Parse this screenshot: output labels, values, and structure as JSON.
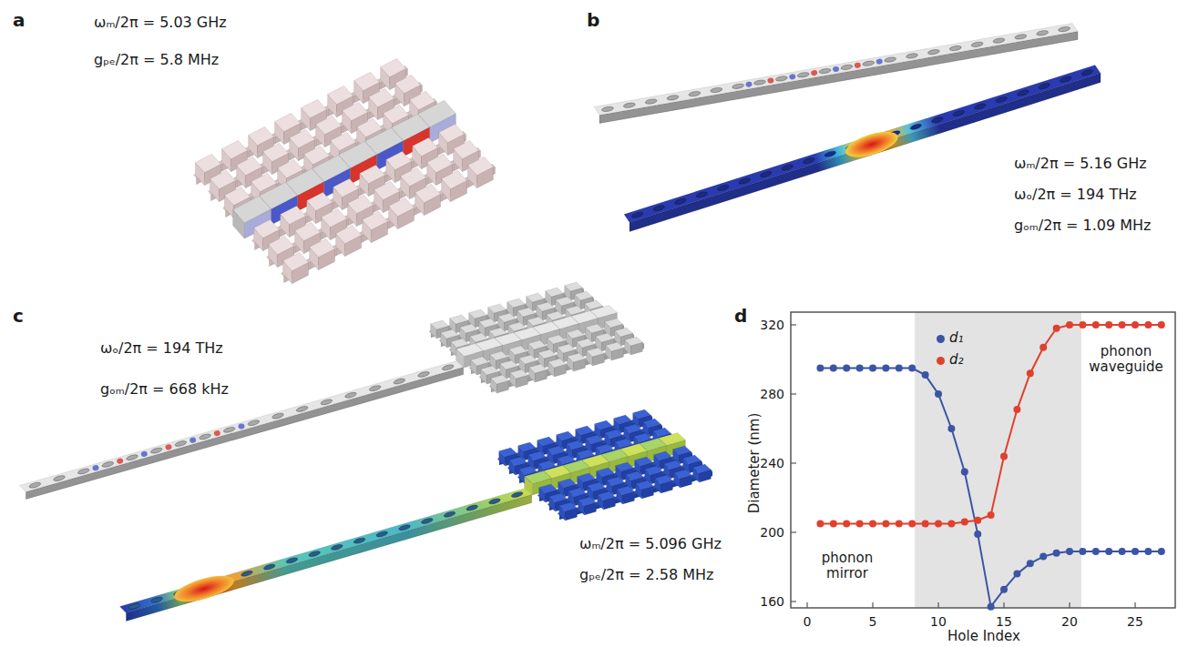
{
  "diagram": {
    "labels": [
      "a",
      "ωₘ/2π = 5.03 GHz",
      "gₚₑ/2π = 5.8 MHz",
      "b",
      "ωₘ/2π = 5.16 GHz",
      "ωₒ/2π = 194 THz",
      "gₒₘ/2π = 1.09 MHz",
      "c",
      "ωₒ/2π = 194 THz",
      "gₒₘ/2π = 668 kHz",
      "ωₘ/2π = 5.096 GHz",
      "gₚₑ/2π = 2.58 MHz",
      "d",
      "320",
      "280",
      "240",
      "200",
      "160",
      "0",
      "5",
      "10",
      "15",
      "20",
      "25",
      "Diameter (nm)",
      "Hole Index",
      "phonon mirror",
      "phonon waveguide"
    ],
    "legend": [
      {
        "text": "d₁",
        "color": "#3b55a4"
      },
      {
        "text": "d₂",
        "color": "#e0402e"
      }
    ]
  }
}
